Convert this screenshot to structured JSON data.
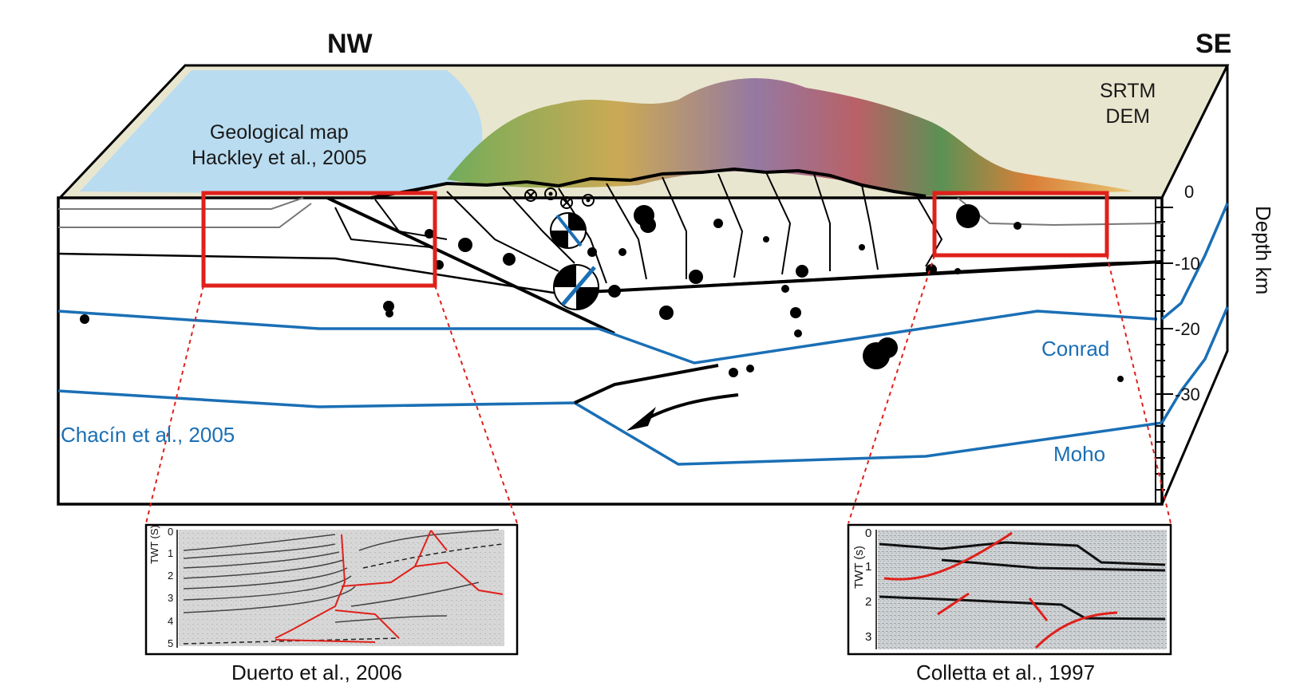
{
  "orientation": {
    "left": "NW",
    "right": "SE"
  },
  "top_surface": {
    "geology_label": [
      "Geological map",
      "Hackley et al., 2005"
    ],
    "dem_label": [
      "SRTM",
      "DEM"
    ]
  },
  "depth_axis": {
    "title": "Depth km",
    "ticks": [
      "0",
      "-10",
      "-20",
      "-30"
    ]
  },
  "layers": {
    "conrad": "Conrad",
    "moho": "Moho",
    "source": "Chacín et al., 2005"
  },
  "insets": [
    {
      "citation": "Duerto et al., 2006",
      "axis_label": "TWT (S)",
      "ticks": [
        "0",
        "1",
        "2",
        "3",
        "4",
        "5"
      ]
    },
    {
      "citation": "Colletta et al., 1997",
      "axis_label": "TWT (s)",
      "ticks": [
        "0",
        "1",
        "2",
        "3"
      ]
    }
  ],
  "colors": {
    "interface": "#1a6fb5",
    "highlight": "#e0201b",
    "outline": "#000000",
    "sea": "#b9dcf0"
  }
}
